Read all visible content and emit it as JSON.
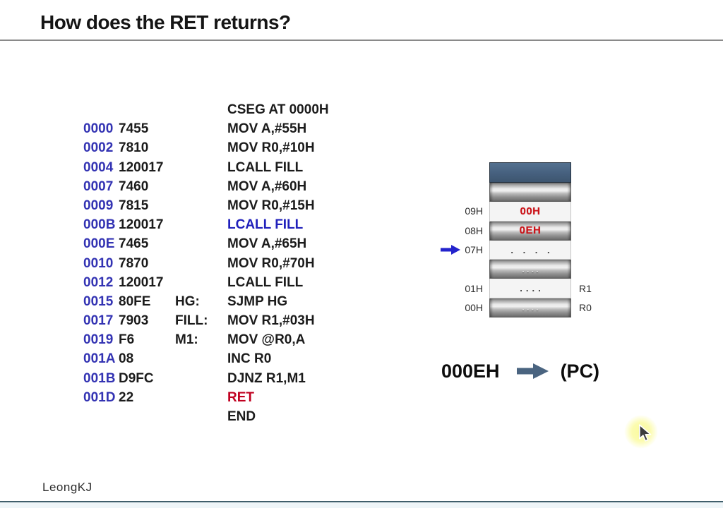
{
  "title": "How does the RET returns?",
  "footer": {
    "author": "LeongKJ"
  },
  "colors": {
    "address_blue": "#3333b3",
    "highlight_blue": "#2020bb",
    "highlight_red": "#c00020",
    "stack_red": "#cc1016",
    "arrow_blue": "#2323cc",
    "slate_arrow": "#4a6480",
    "stack_header": "#46607e"
  },
  "code_listing": {
    "rows": [
      {
        "addr": "",
        "op": "",
        "label": "",
        "instr": "CSEG AT 0000H",
        "style": "normal"
      },
      {
        "addr": "0000",
        "op": "7455",
        "label": "",
        "instr": "MOV A,#55H",
        "style": "normal"
      },
      {
        "addr": "0002",
        "op": "7810",
        "label": "",
        "instr": "MOV R0,#10H",
        "style": "normal"
      },
      {
        "addr": "0004",
        "op": "120017",
        "label": "",
        "instr": "LCALL FILL",
        "style": "normal"
      },
      {
        "addr": "0007",
        "op": "7460",
        "label": "",
        "instr": "MOV A,#60H",
        "style": "normal"
      },
      {
        "addr": "0009",
        "op": "7815",
        "label": "",
        "instr": "MOV R0,#15H",
        "style": "normal"
      },
      {
        "addr": "000B",
        "op": "120017",
        "label": "",
        "instr": "LCALL FILL",
        "style": "highlight-blue"
      },
      {
        "addr": "000E",
        "op": "7465",
        "label": "",
        "instr": "MOV A,#65H",
        "style": "normal"
      },
      {
        "addr": "0010",
        "op": "7870",
        "label": "",
        "instr": "MOV R0,#70H",
        "style": "normal"
      },
      {
        "addr": "0012",
        "op": "120017",
        "label": "",
        "instr": "LCALL FILL",
        "style": "normal"
      },
      {
        "addr": "0015",
        "op": "80FE",
        "label": "HG:",
        "instr": "SJMP HG",
        "style": "normal"
      },
      {
        "addr": "0017",
        "op": "7903",
        "label": "FILL:",
        "instr": "MOV R1,#03H",
        "style": "normal"
      },
      {
        "addr": "0019",
        "op": "F6",
        "label": "M1:",
        "instr": "MOV @R0,A",
        "style": "normal"
      },
      {
        "addr": "001A",
        "op": "08",
        "label": "",
        "instr": "INC R0",
        "style": "normal"
      },
      {
        "addr": "001B",
        "op": "D9FC",
        "label": "",
        "instr": "DJNZ R1,M1",
        "style": "normal"
      },
      {
        "addr": "001D",
        "op": "22",
        "label": "",
        "instr": "RET",
        "style": "highlight-red"
      },
      {
        "addr": "",
        "op": "",
        "label": "",
        "instr": "END",
        "style": "normal"
      }
    ]
  },
  "stack_diagram": {
    "rows": [
      {
        "type": "header"
      },
      {
        "type": "bar"
      },
      {
        "type": "light",
        "left_label": "09H",
        "value": "00H",
        "value_class": "red"
      },
      {
        "type": "bar",
        "left_label": "08H",
        "value": "0EH",
        "value_class": "red"
      },
      {
        "type": "light",
        "left_label": "07H",
        "value": ". . . .",
        "value_class": "dots",
        "arrow": true
      },
      {
        "type": "bar",
        "value": "....",
        "value_class": "dots-faint"
      },
      {
        "type": "light",
        "left_label": "01H",
        "value": "....",
        "value_class": "dots",
        "right_label": "R1"
      },
      {
        "type": "bar",
        "left_label": "00H",
        "value": "....",
        "value_class": "dots-faint",
        "right_label": "R0"
      }
    ]
  },
  "pc_line": {
    "value": "000EH",
    "target": "(PC)"
  }
}
